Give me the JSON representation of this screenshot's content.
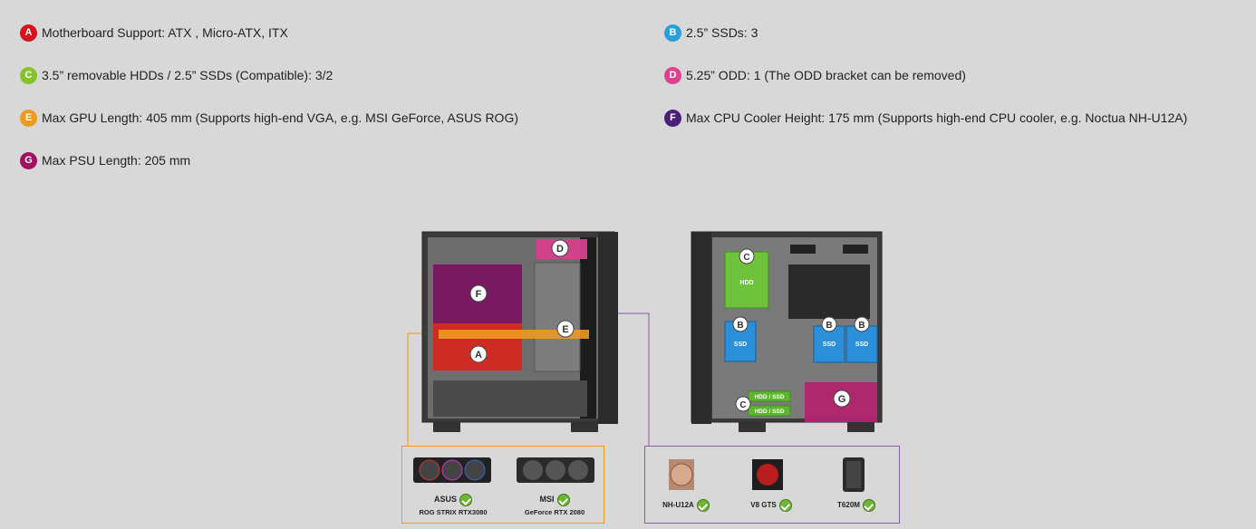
{
  "specs": [
    {
      "letter": "A",
      "text": "Motherboard Support: ATX , Micro-ATX, ITX",
      "color": "#d7131f"
    },
    {
      "letter": "B",
      "text": "2.5” SSDs: 3",
      "color": "#2a9ed8"
    },
    {
      "letter": "C",
      "text": "3.5” removable HDDs / 2.5” SSDs (Compatible): 3/2",
      "color": "#88c22b"
    },
    {
      "letter": "D",
      "text": "5.25” ODD: 1 (The ODD bracket can be removed)",
      "color": "#e0418f"
    },
    {
      "letter": "E",
      "text": "Max GPU Length: 405 mm (Supports high-end VGA, e.g. MSI GeForce, ASUS ROG)",
      "color": "#ee9a1e"
    },
    {
      "letter": "F",
      "text": "Max CPU Cooler Height: 175 mm (Supports high-end CPU cooler, e.g. Noctua NH-U12A)",
      "color": "#4b1e77"
    },
    {
      "letter": "G",
      "text": "Max PSU Length: 205 mm",
      "color": "#a21060"
    }
  ],
  "diagram": {
    "front_labels": {
      "A": "A",
      "D": "D",
      "E": "E",
      "F": "F"
    },
    "back_labels": {
      "B": "B",
      "C": "C",
      "G": "G",
      "hdd": "HDD",
      "ssd": "SSD",
      "hdd_ssd": "HDD / SSD"
    },
    "gpu_box_color": "#ee9a1e",
    "cooler_box_color": "#8b5b9f"
  },
  "gpus": [
    {
      "brand": "ASUS",
      "model": "ROG STRIX RTX3080"
    },
    {
      "brand": "MSI",
      "model": "GeForce RTX 2080"
    }
  ],
  "coolers": [
    {
      "name": "NH-U12A"
    },
    {
      "name": "V8 GTS"
    },
    {
      "name": "T620M"
    }
  ]
}
